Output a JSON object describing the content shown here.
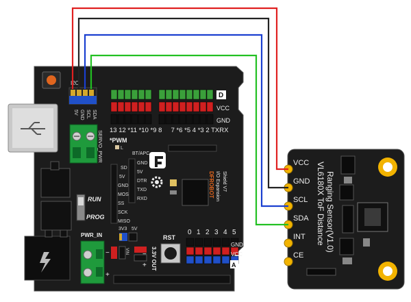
{
  "board": {
    "i2c_header": {
      "title": "I2C",
      "pins": [
        "5V",
        "GND",
        "SCL",
        "SDA"
      ]
    },
    "digital_rows": [
      "D",
      "VCC",
      "GND"
    ],
    "digital_numbers": "13 12 *11 *10 *9 8     7 *6 *5 4 *3 2 TXRX",
    "pwm_label": "*PWM",
    "l_label": "L",
    "bt_apc": "BT/APC",
    "servo_pwr": "SERVO_PWR",
    "run": "RUN",
    "prog": "PROG",
    "pwr_in": "PWR_IN",
    "rst": "RST",
    "v33": "3V3",
    "v5": "5V",
    "vin": "VIN",
    "gnd_small": "GND",
    "out_label": "3.3V OUT",
    "analog_numbers": [
      "0",
      "1",
      "2",
      "3",
      "4",
      "5"
    ],
    "analog_rows": [
      "GND",
      "VCC",
      "A"
    ],
    "spi_labels": [
      "SD",
      "5V",
      "GND",
      "MOSI",
      "SS",
      "SCK",
      "MISO"
    ],
    "xbee_labels": [
      "GND",
      "5V",
      "DTR",
      "TXD",
      "RXD"
    ],
    "expansion_title": "DFROBOT",
    "expansion_sub": "I/O Expansion",
    "expansion_ver": "Shield V7"
  },
  "sensor": {
    "pins": [
      "VCC",
      "GND",
      "SCL",
      "SDA",
      "INT",
      "CE"
    ],
    "title": "VL6180X ToF Distance",
    "subtitle": "Ranging Sensor(V1.0)"
  },
  "wires": [
    {
      "from": "5V",
      "to": "VCC",
      "color": "#e02020"
    },
    {
      "from": "GND",
      "to": "GND",
      "color": "#222222"
    },
    {
      "from": "SCL",
      "to": "SCL",
      "color": "#1a3fd0"
    },
    {
      "from": "SDA",
      "to": "SDA",
      "color": "#22c022"
    }
  ],
  "colors": {
    "board": "#1c1c1c",
    "pin_green": "#3aa03a",
    "pin_red": "#d02020",
    "pin_blue": "#2050c8",
    "terminal": "#1f9a3c",
    "gold": "#f2b300"
  }
}
